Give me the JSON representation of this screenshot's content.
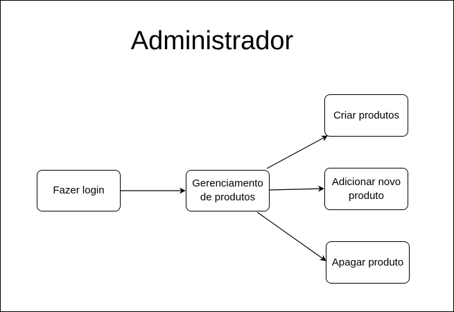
{
  "diagram": {
    "title": "Administrador",
    "nodes": {
      "login": "Fazer login",
      "manage": "Gerenciamento\nde produtos",
      "create": "Criar produtos",
      "add": "Adicionar novo\nproduto",
      "delete": "Apagar produto"
    },
    "edges": [
      {
        "from": "Fazer login",
        "to": "Gerenciamento de produtos"
      },
      {
        "from": "Gerenciamento de produtos",
        "to": "Criar produtos"
      },
      {
        "from": "Gerenciamento de produtos",
        "to": "Adicionar novo produto"
      },
      {
        "from": "Gerenciamento de produtos",
        "to": "Apagar produto"
      }
    ]
  }
}
